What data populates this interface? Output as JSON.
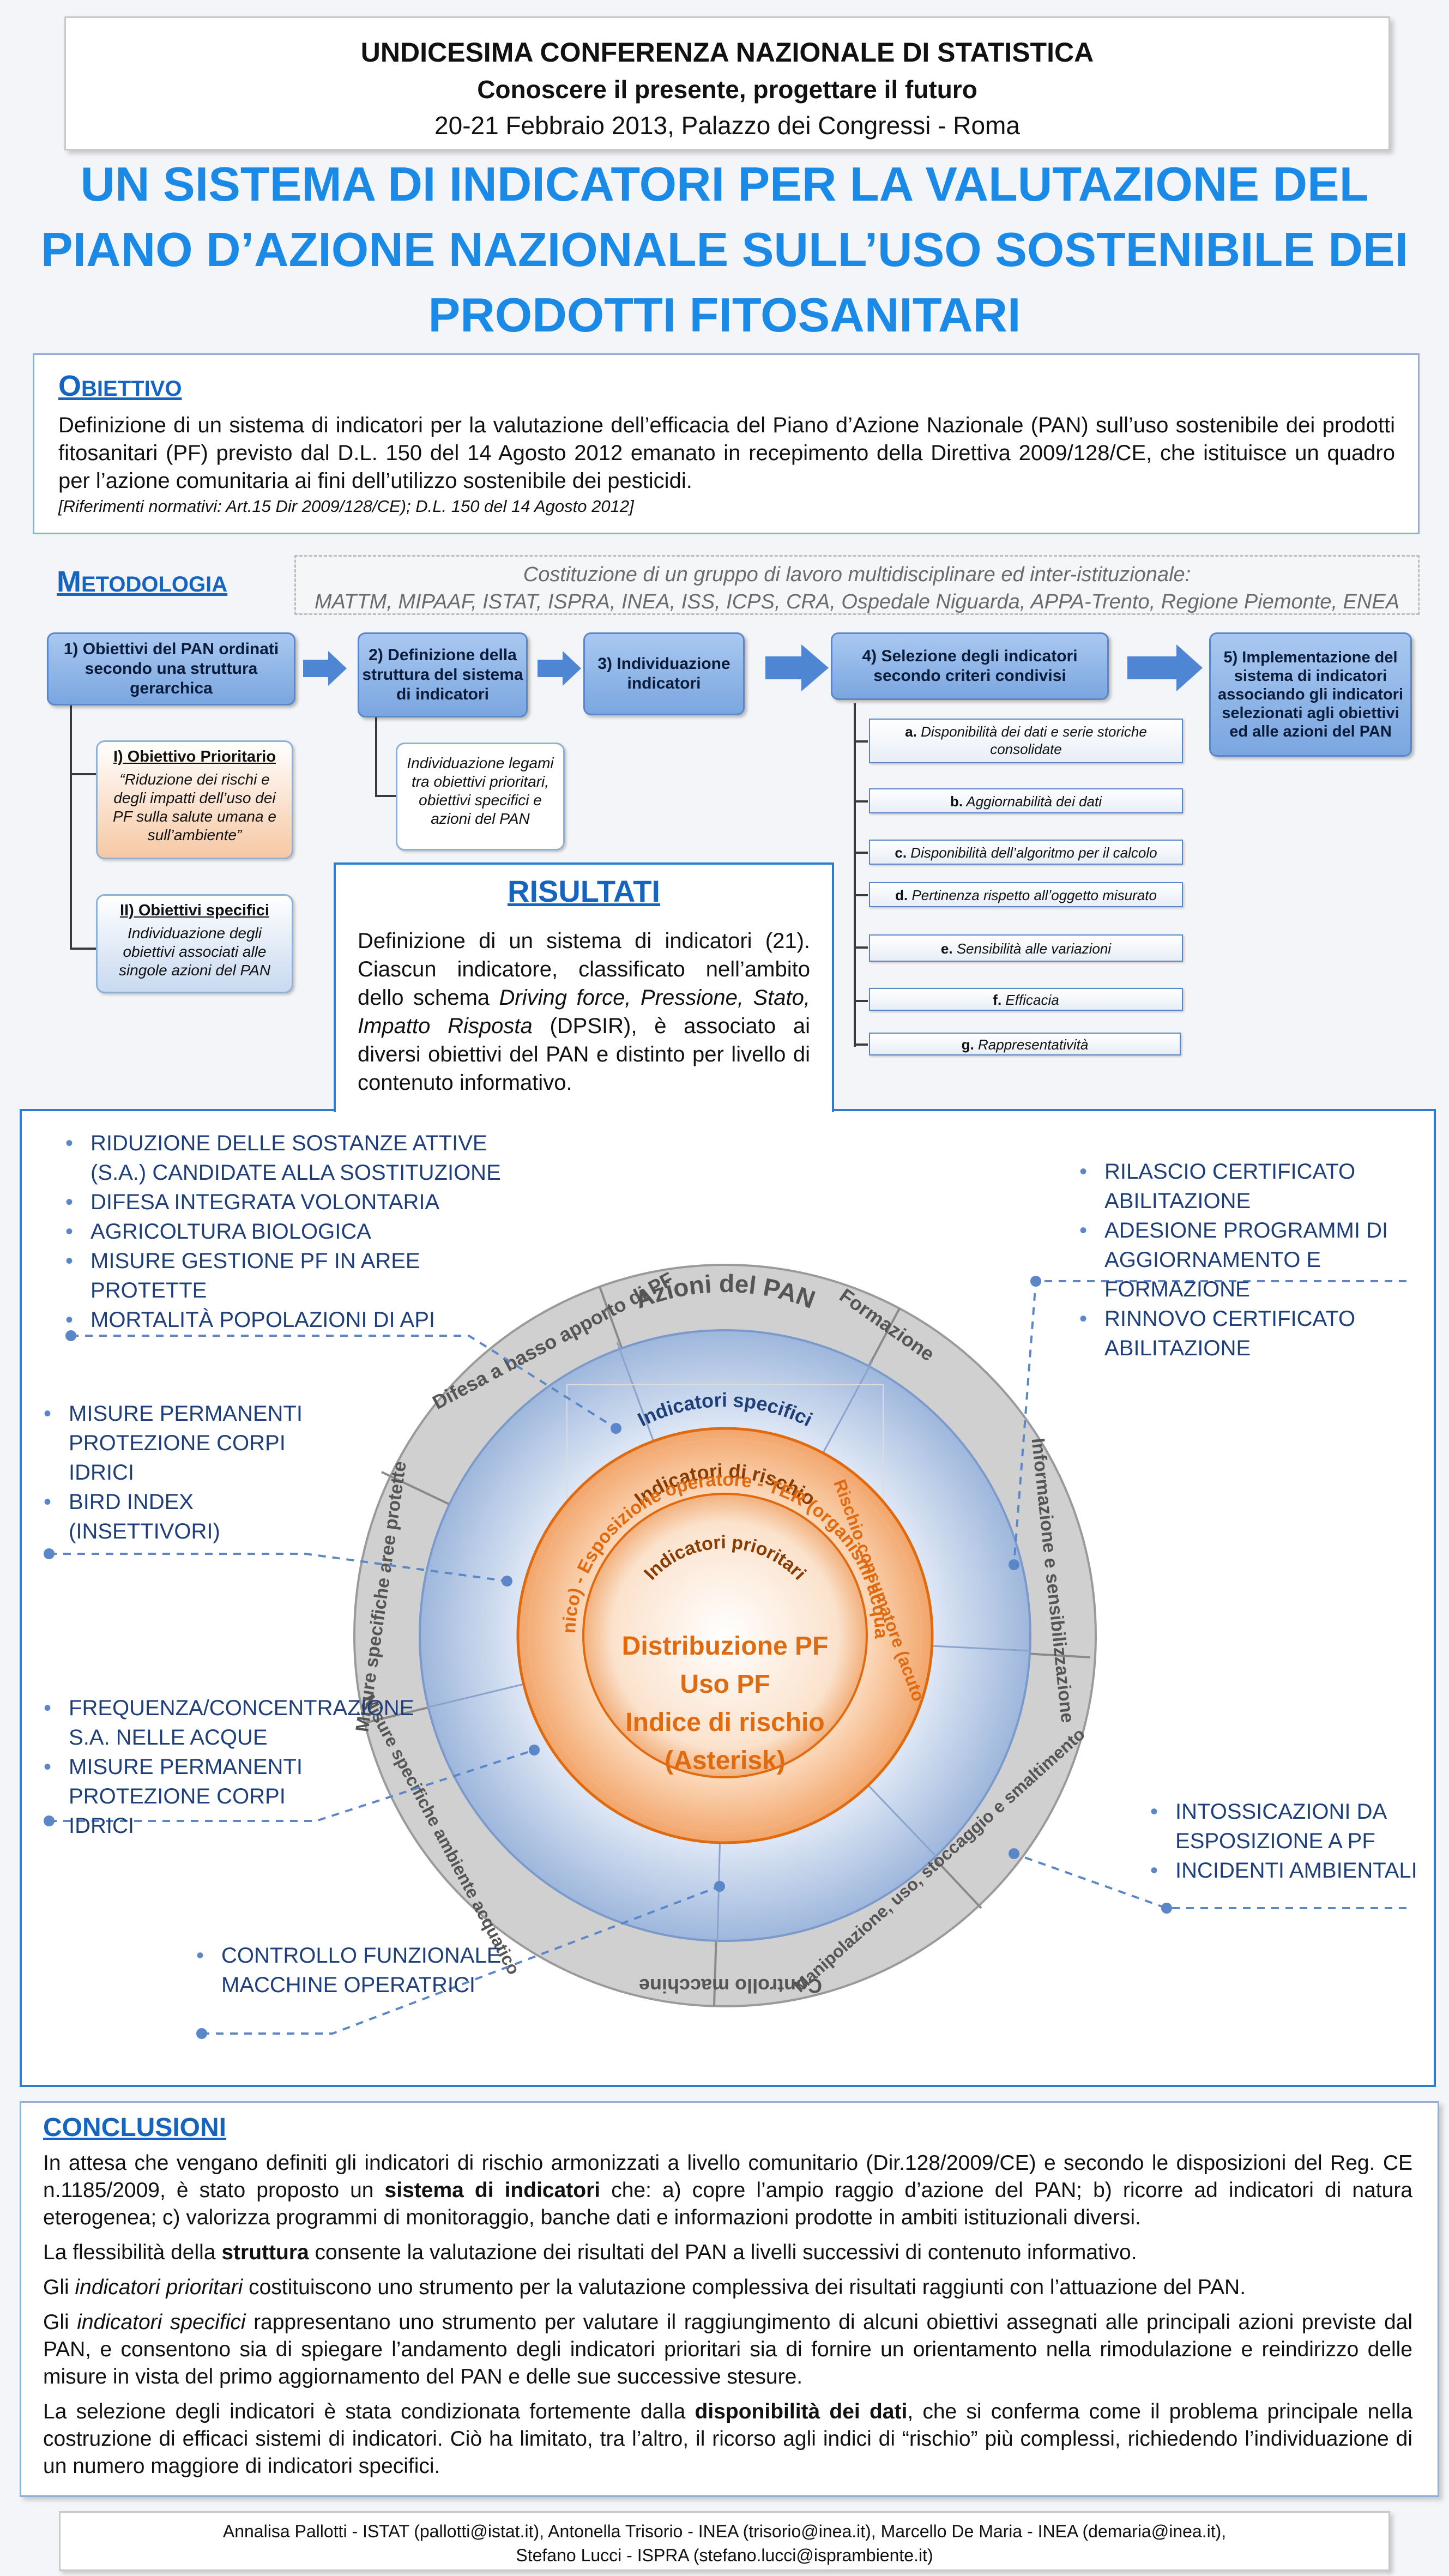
{
  "header": {
    "line1": "UNDICESIMA CONFERENZA NAZIONALE DI STATISTICA",
    "line2": "Conoscere il presente, progettare il futuro",
    "line3": "20-21 Febbraio 2013, Palazzo dei Congressi - Roma"
  },
  "title": {
    "line1": "UN SISTEMA DI INDICATORI PER LA VALUTAZIONE DEL",
    "line2": "PIANO D’AZIONE NAZIONALE SULL’USO SOSTENIBILE DEI",
    "line3": "PRODOTTI FITOSANITARI"
  },
  "obiettivo": {
    "head_initial": "O",
    "head_rest": "BIETTIVO",
    "text": "Definizione di un sistema di indicatori per la valutazione dell’efficacia del Piano d’Azione Nazionale (PAN) sull’uso sostenibile dei prodotti fitosanitari (PF) previsto dal D.L. 150 del 14 Agosto 2012 emanato in recepimento della Direttiva 2009/128/CE, che istituisce un quadro per l’azione comunitaria ai fini dell’utilizzo sostenibile dei pesticidi.",
    "ref": "[Riferimenti normativi: Art.15 Dir 2009/128/CE); D.L. 150 del 14 Agosto 2012]"
  },
  "metodologia": {
    "head_initial": "M",
    "head_rest": "ETODOLOGIA",
    "costituzione_line1": "Costituzione di un gruppo di lavoro multidisciplinare ed inter-istituzionale:",
    "costituzione_line2": "MATTM, MIPAAF, ISTAT, ISPRA, INEA, ISS, ICPS, CRA, Ospedale Niguarda, APPA-Trento, Regione Piemonte, ENEA",
    "step1": "1) Obiettivi del PAN ordinati secondo una struttura gerarchica",
    "step2": "2) Definizione della struttura del sistema di indicatori",
    "step3": "3) Individuazione indicatori",
    "step4": "4) Selezione degli indicatori secondo criteri condivisi",
    "step5": "5) Implementazione del sistema di indicatori associando gli indicatori selezionati agli obiettivi ed alle azioni  del PAN",
    "ob_prioritario_title": "I) Obiettivo Prioritario",
    "ob_prioritario_text": "“Riduzione dei rischi e degli impatti dell’uso dei PF sulla salute umana e sull’ambiente”",
    "ob_specifici_title": "II) Obiettivi specifici",
    "ob_specifici_text": "Individuazione degli obiettivi associati alle singole azioni del PAN",
    "legami_text": "Individuazione legami tra obiettivi prioritari, obiettivi specifici e azioni del PAN",
    "criteri": [
      {
        "letter": "a.",
        "text": "Disponibilità dei dati e serie storiche consolidate"
      },
      {
        "letter": "b.",
        "text": "Aggiornabilità dei dati"
      },
      {
        "letter": "c.",
        "text": "Disponibilità dell’algoritmo per il calcolo"
      },
      {
        "letter": "d.",
        "text": "Pertinenza rispetto all’oggetto misurato"
      },
      {
        "letter": "e.",
        "text": "Sensibilità alle variazioni"
      },
      {
        "letter": "f.",
        "text": "Efficacia"
      },
      {
        "letter": "g.",
        "text": "Rappresentatività"
      }
    ]
  },
  "risultati": {
    "head": "RISULTATI",
    "text_a": "Definizione di un sistema di indicatori (21). Ciascun indicatore, classificato nell’ambito dello schema ",
    "text_em": "Driving force, Pressione, Stato, Impatto Risposta",
    "text_b": " (DPSIR), è associato ai diversi obiettivi del PAN e distinto per livello di contenuto informativo."
  },
  "diagram": {
    "outer_title": "Azioni del PAN",
    "specifici_title": "Indicatori specifici",
    "rischio_title": "Indicatori di rischio",
    "rischio_arc_top": "(Cronico) - Esposizione operatore - TER (organismi acquatici)",
    "rischio_arc_left": "Rischio consumatore (acuto",
    "prioritari_title": "Indicatori prioritari",
    "center_line1": "Distribuzione PF",
    "center_line2": "Uso PF",
    "center_line3": "Indice di rischio",
    "center_line4": "(Asterisk)",
    "sectors": [
      "Difesa a basso apporto di PF",
      "Formazione",
      "Informazione e sensibilizzazione",
      "Manipolazione, uso, stoccaggio e smaltimento",
      "Controllo macchine",
      "Misure specifiche ambiente acquatico",
      "Misure specifiche aree protette"
    ]
  },
  "lists": {
    "top_left": [
      "RIDUZIONE  DELLE SOSTANZE ATTIVE (S.A.) CANDIDATE ALLA SOSTITUZIONE",
      "DIFESA INTEGRATA VOLONTARIA",
      "AGRICOLTURA BIOLOGICA",
      "MISURE GESTIONE PF IN AREE PROTETTE",
      "MORTALITÀ POPOLAZIONI DI API"
    ],
    "mid_left": [
      "MISURE  PERMANENTI PROTEZIONE CORPI IDRICI",
      "BIRD INDEX (INSETTIVORI)"
    ],
    "low_left": [
      "FREQUENZA/CONCENTRAZIONE S.A. NELLE ACQUE",
      "MISURE  PERMANENTI PROTEZIONE CORPI IDRICI"
    ],
    "bottom_left": [
      "CONTROLLO FUNZIONALE MACCHINE OPERATRICI"
    ],
    "top_right": [
      "RILASCIO CERTIFICATO ABILITAZIONE",
      "ADESIONE PROGRAMMI DI AGGIORNAMENTO E FORMAZIONE",
      "RINNOVO CERTIFICATO ABILITAZIONE"
    ],
    "bottom_right": [
      "INTOSSICAZIONI DA ESPOSIZIONE A PF",
      "INCIDENTI AMBIENTALI"
    ]
  },
  "conclusioni": {
    "head": "CONCLUSIONI",
    "p1_a": "In attesa che vengano definiti gli indicatori di rischio armonizzati a livello comunitario (Dir.128/2009/CE) e secondo le disposizioni del Reg. CE n.1185/2009,  è stato proposto un ",
    "p1_b": "sistema di indicatori",
    "p1_c": " che: a) copre l’ampio raggio d’azione del PAN; b) ricorre ad indicatori di natura eterogenea; c) valorizza programmi di monitoraggio, banche dati e informazioni prodotte in ambiti istituzionali diversi.",
    "p2_a": "La flessibilità della ",
    "p2_b": "struttura",
    "p2_c": " consente la valutazione dei risultati del PAN a livelli successivi di contenuto informativo.",
    "p3_a": "Gli ",
    "p3_b": "indicatori prioritari",
    "p3_c": " costituiscono uno strumento per la valutazione complessiva dei risultati raggiunti con l’attuazione del PAN.",
    "p4_a": "Gli ",
    "p4_b": "indicatori specifici",
    "p4_c": " rappresentano uno strumento per valutare il raggiungimento di alcuni obiettivi assegnati alle principali azioni previste dal PAN, e consentono sia di spiegare l’andamento degli indicatori prioritari sia di fornire un orientamento nella rimodulazione e reindirizzo delle misure in vista del primo aggiornamento del PAN e delle sue successive stesure.",
    "p5_a": "La selezione degli indicatori è stata condizionata fortemente dalla ",
    "p5_b": "disponibilità dei dati",
    "p5_c": ", che si conferma come il problema principale nella costruzione di efficaci sistemi di indicatori. Ciò ha limitato, tra l’altro, il ricorso agli indici di “rischio” più complessi, richiedendo l’individuazione di un numero maggiore di indicatori specifici."
  },
  "footer": {
    "line1": "Annalisa Pallotti - ISTAT (pallotti@istat.it), Antonella Trisorio - INEA (trisorio@inea.it), Marcello De Maria - INEA (demaria@inea.it),",
    "line2": "Stefano Lucci - ISPRA (stefano.lucci@isprambiente.it)"
  },
  "colors": {
    "title_blue": "#1a8ae6",
    "section_blue": "#1565c0",
    "ring_orange": "#e06a10",
    "ring_gray": "#bfbfbf"
  }
}
